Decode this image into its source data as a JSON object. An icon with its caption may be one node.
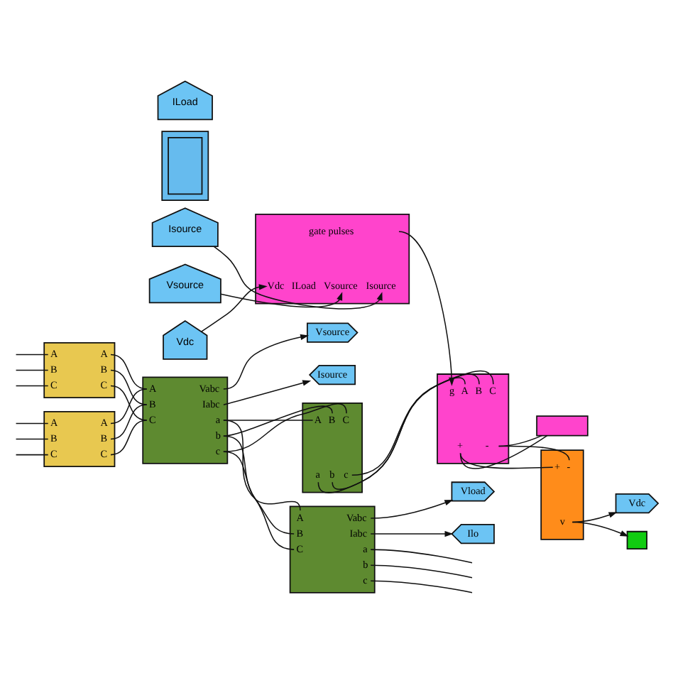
{
  "diagram": {
    "nodes": [
      {
        "text": [
          "Vsource"
        ]
      },
      {
        "text": [
          "Isource"
        ]
      },
      {
        "text": [
          "Vload"
        ]
      },
      {
        "text": [
          "Ilo"
        ]
      },
      {
        "text": [
          "A",
          "B",
          "C",
          "A",
          "B",
          "C"
        ]
      },
      {
        "text": [
          "A",
          "B",
          "C",
          "A",
          "B",
          "C"
        ]
      },
      {
        "text": [
          "A",
          "B",
          "C",
          "Vabc",
          "Iabc",
          "a",
          "b",
          "c"
        ]
      },
      {
        "text": [
          "A",
          "B",
          "C",
          "Vabc",
          "Iabc",
          "a",
          "b",
          "c"
        ]
      },
      {
        "text": [
          "A",
          "B",
          "C",
          "a",
          "b",
          "c"
        ]
      },
      {
        "text": [],
        "shape": "box"
      },
      {
        "text": [],
        "shape": "box",
        "in": 9
      },
      {
        "text": [
          "gate pulses",
          "Vdc",
          "ILoad",
          "Vsource",
          "Isource"
        ]
      },
      {
        "text": [
          "g",
          "A",
          "B",
          "C",
          "+",
          "-"
        ]
      },
      {
        "text": [
          "Vdc"
        ]
      },
      {
        "text": [
          "ILoad"
        ]
      },
      {
        "text": [
          "Vsource"
        ]
      },
      {
        "text": [
          "Isource"
        ]
      },
      {
        "text": [],
        "shape": "box"
      },
      {
        "text": [
          "+",
          "-",
          "v"
        ]
      },
      {
        "text": [
          "Vdc"
        ]
      },
      {
        "text": [],
        "shape": "box"
      }
    ],
    "edges": [
      {
        "from": null,
        "to": 4,
        "arrow": "none"
      },
      {
        "from": null,
        "to": 4,
        "arrow": "none"
      },
      {
        "from": null,
        "to": 4,
        "arrow": "none"
      },
      {
        "from": null,
        "to": 5,
        "arrow": "none"
      },
      {
        "from": null,
        "to": 5,
        "arrow": "none"
      },
      {
        "from": null,
        "to": 5,
        "arrow": "none"
      },
      {
        "from": 4,
        "to": 6,
        "arrow": "none"
      },
      {
        "from": 4,
        "to": 6,
        "arrow": "none"
      },
      {
        "from": 4,
        "to": 6,
        "arrow": "none"
      },
      {
        "from": 5,
        "to": 6,
        "arrow": "none"
      },
      {
        "from": 5,
        "to": 6,
        "arrow": "none"
      },
      {
        "from": 5,
        "to": 6,
        "arrow": "none"
      },
      {
        "from": 6,
        "to": 0,
        "arrow": "to"
      },
      {
        "from": 6,
        "to": 1,
        "arrow": "to"
      },
      {
        "from": 6,
        "to": 7,
        "arrow": "none"
      },
      {
        "from": 6,
        "to": 7,
        "arrow": "none"
      },
      {
        "from": 6,
        "to": 7,
        "arrow": "none"
      },
      {
        "from": 6,
        "to": 8,
        "arrow": "none"
      },
      {
        "from": 6,
        "to": 8,
        "arrow": "none"
      },
      {
        "from": 6,
        "to": 8,
        "arrow": "none"
      },
      {
        "from": 7,
        "to": 2,
        "arrow": "to"
      },
      {
        "from": 7,
        "to": 3,
        "arrow": "to"
      },
      {
        "from": 7,
        "to": null,
        "arrow": "none"
      },
      {
        "from": 7,
        "to": null,
        "arrow": "none"
      },
      {
        "from": 7,
        "to": null,
        "arrow": "none"
      },
      {
        "from": 8,
        "to": 12,
        "arrow": "none"
      },
      {
        "from": 8,
        "to": 12,
        "arrow": "none"
      },
      {
        "from": 8,
        "to": 12,
        "arrow": "none"
      },
      {
        "from": 11,
        "to": 12,
        "arrow": "to"
      },
      {
        "from": 13,
        "to": 11,
        "arrow": "to"
      },
      {
        "from": 15,
        "to": 11,
        "arrow": "to"
      },
      {
        "from": 16,
        "to": 11,
        "arrow": "to"
      },
      {
        "from": 12,
        "to": 17,
        "arrow": "none"
      },
      {
        "from": 12,
        "to": 18,
        "arrow": "none"
      },
      {
        "from": 12,
        "to": 17,
        "arrow": "none"
      },
      {
        "from": 12,
        "to": 18,
        "arrow": "none"
      },
      {
        "from": 18,
        "to": 19,
        "arrow": "to"
      },
      {
        "from": 18,
        "to": 20,
        "arrow": "to"
      }
    ]
  }
}
